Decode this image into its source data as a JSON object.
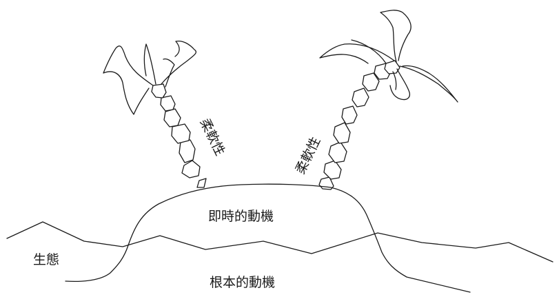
{
  "labels": {
    "immediate_motive": "即時的動機",
    "fundamental_motive": "根本的動機",
    "ecology": "生態",
    "flexibility_left": "柔軟性",
    "flexibility_right": "柔軟性"
  },
  "colors": {
    "line": "#1a1a1a",
    "background": "#ffffff"
  }
}
